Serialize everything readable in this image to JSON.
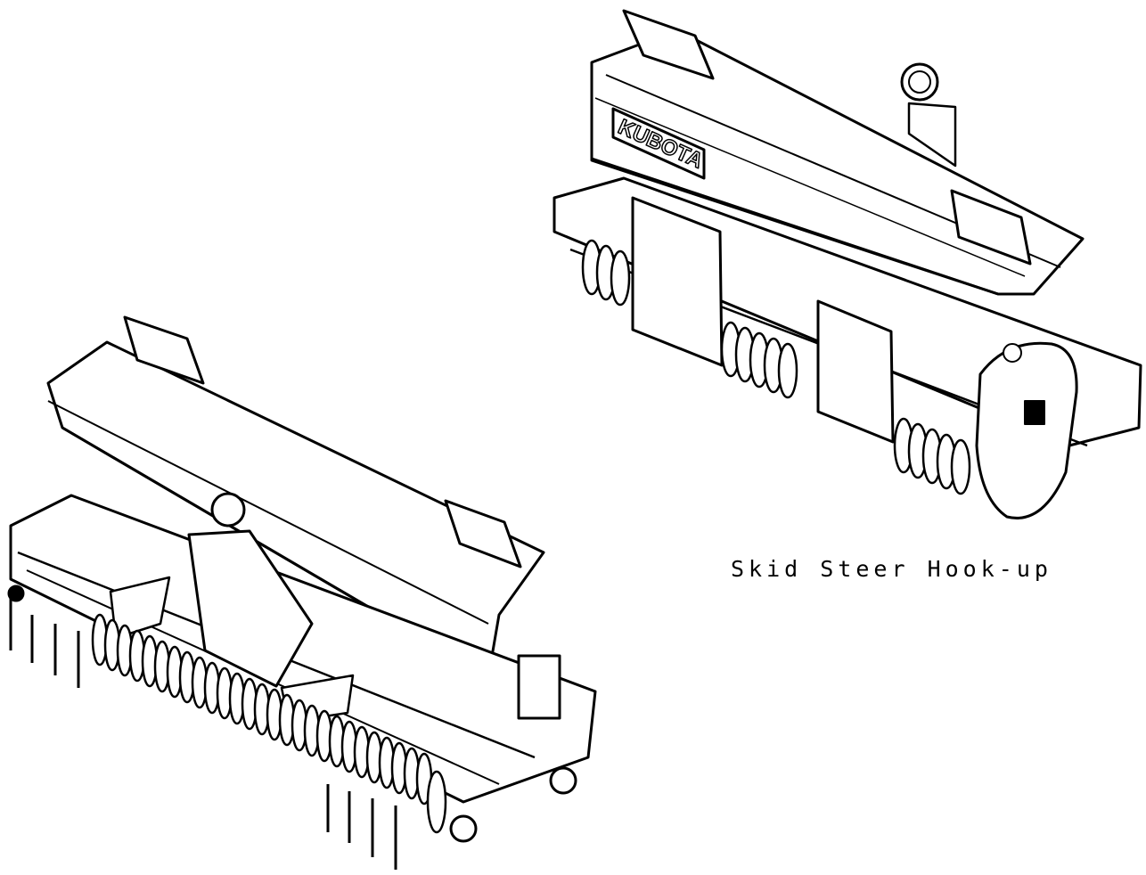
{
  "caption": "Skid Steer Hook-up",
  "brand_logo": "KUBOTA",
  "colors": {
    "line": "#000000",
    "background": "#ffffff"
  },
  "views": [
    {
      "id": "front-three-point",
      "label": ""
    },
    {
      "id": "rear-skid-steer",
      "label": ""
    }
  ]
}
